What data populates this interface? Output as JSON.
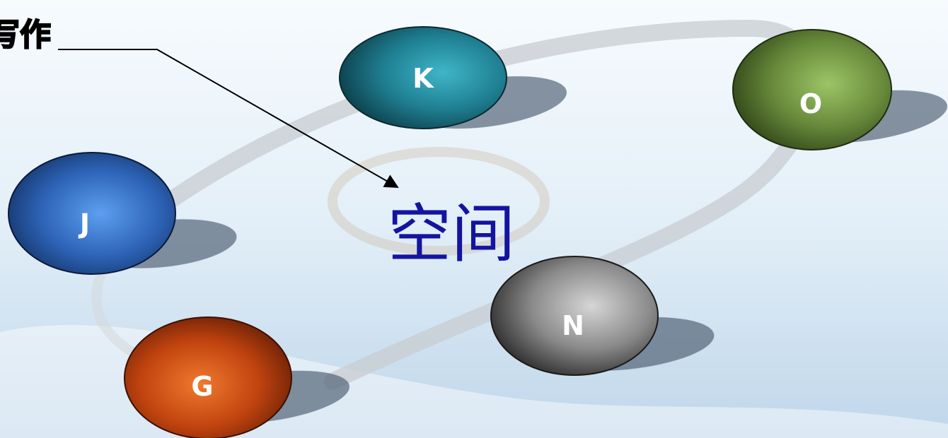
{
  "callout": {
    "label": "写作"
  },
  "center": {
    "label": "空间"
  },
  "nodes": [
    {
      "id": "k",
      "letter": "K",
      "color": "#2a8fa0"
    },
    {
      "id": "o",
      "letter": "O",
      "color": "#7fa548"
    },
    {
      "id": "j",
      "letter": "J",
      "color": "#3f7fd2"
    },
    {
      "id": "n",
      "letter": "N",
      "color": "#9a9a9a"
    },
    {
      "id": "g",
      "letter": "G",
      "color": "#e05a1a"
    }
  ]
}
